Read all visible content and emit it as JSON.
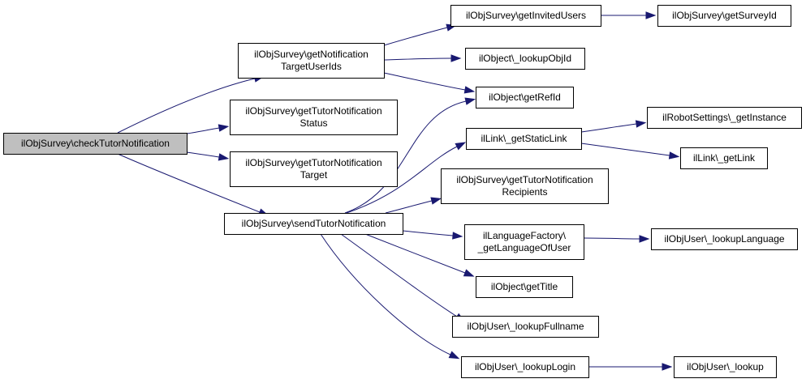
{
  "nodes": {
    "n0": {
      "lines": [
        "ilObjSurvey\\checkTutorNotification"
      ]
    },
    "n1": {
      "lines": [
        "ilObjSurvey\\getNotification",
        "TargetUserIds"
      ]
    },
    "n2": {
      "lines": [
        "ilObjSurvey\\getTutorNotification",
        "Status"
      ]
    },
    "n3": {
      "lines": [
        "ilObjSurvey\\getTutorNotification",
        "Target"
      ]
    },
    "n4": {
      "lines": [
        "ilObjSurvey\\sendTutorNotification"
      ]
    },
    "n5": {
      "lines": [
        "ilObjSurvey\\getInvitedUsers"
      ]
    },
    "n6": {
      "lines": [
        "ilObject\\_lookupObjId"
      ]
    },
    "n7": {
      "lines": [
        "ilObject\\getRefId"
      ]
    },
    "n8": {
      "lines": [
        "ilObjSurvey\\getSurveyId"
      ]
    },
    "n9": {
      "lines": [
        "ilLink\\_getStaticLink"
      ]
    },
    "n10": {
      "lines": [
        "ilObjSurvey\\getTutorNotification",
        "Recipients"
      ]
    },
    "n11": {
      "lines": [
        "ilLanguageFactory\\",
        "_getLanguageOfUser"
      ]
    },
    "n12": {
      "lines": [
        "ilObject\\getTitle"
      ]
    },
    "n13": {
      "lines": [
        "ilObjUser\\_lookupFullname"
      ]
    },
    "n14": {
      "lines": [
        "ilObjUser\\_lookupLogin"
      ]
    },
    "n15": {
      "lines": [
        "ilRobotSettings\\_getInstance"
      ]
    },
    "n16": {
      "lines": [
        "ilLink\\_getLink"
      ]
    },
    "n17": {
      "lines": [
        "ilObjUser\\_lookupLanguage"
      ]
    },
    "n18": {
      "lines": [
        "ilObjUser\\_lookup"
      ]
    }
  },
  "edges": [
    [
      "n0",
      "n1"
    ],
    [
      "n0",
      "n2"
    ],
    [
      "n0",
      "n3"
    ],
    [
      "n0",
      "n4"
    ],
    [
      "n1",
      "n5"
    ],
    [
      "n1",
      "n6"
    ],
    [
      "n1",
      "n7"
    ],
    [
      "n5",
      "n8"
    ],
    [
      "n4",
      "n7"
    ],
    [
      "n4",
      "n9"
    ],
    [
      "n4",
      "n10"
    ],
    [
      "n4",
      "n11"
    ],
    [
      "n4",
      "n12"
    ],
    [
      "n4",
      "n13"
    ],
    [
      "n4",
      "n14"
    ],
    [
      "n9",
      "n15"
    ],
    [
      "n9",
      "n16"
    ],
    [
      "n11",
      "n17"
    ],
    [
      "n14",
      "n18"
    ]
  ]
}
